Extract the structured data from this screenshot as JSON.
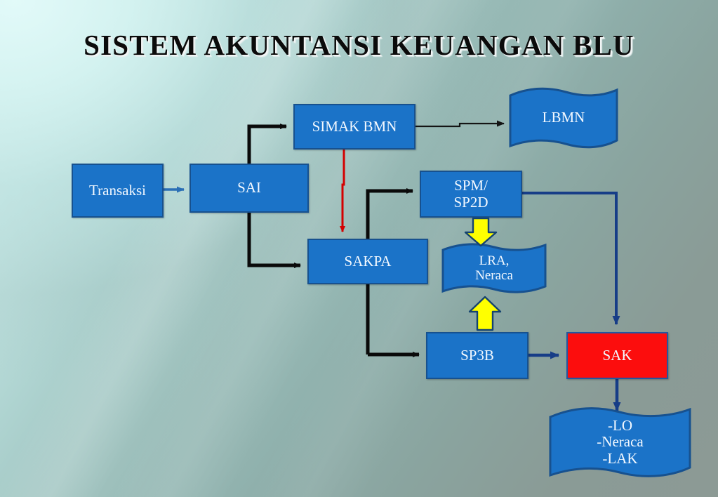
{
  "slide": {
    "title": "SISTEM AKUNTANSI KEUANGAN BLU",
    "background_top_left": "#d8f3f1",
    "background_bottom_right": "#8a9a96"
  },
  "palette": {
    "box_blue": "#1b73c8",
    "box_blue_border": "#17518f",
    "box_red": "#fc0d0d",
    "arrow_black": "#0a0a0a",
    "arrow_red": "#d40000",
    "arrow_navy": "#173d87",
    "arrow_yellow": "#ffff00",
    "text_light": "#f2f8ff",
    "title_text": "#0b0b0b"
  },
  "nodes": {
    "transaksi": {
      "label": "Transaksi",
      "shape": "rectangle",
      "color": "#1b73c8"
    },
    "sai": {
      "label": "SAI",
      "shape": "rectangle",
      "color": "#1b73c8"
    },
    "simak_bmn": {
      "label": "SIMAK BMN",
      "shape": "rectangle",
      "color": "#1b73c8"
    },
    "lbmn": {
      "label": "LBMN",
      "shape": "wave",
      "color": "#1b73c8"
    },
    "sakpa": {
      "label": "SAKPA",
      "shape": "rectangle",
      "color": "#1b73c8"
    },
    "spm_sp2d": {
      "line1": "SPM/",
      "line2": "SP2D",
      "shape": "rectangle",
      "color": "#1b73c8"
    },
    "lra_neraca": {
      "line1": "LRA,",
      "line2": "Neraca",
      "shape": "wave",
      "color": "#1b73c8"
    },
    "sp3b": {
      "label": "SP3B",
      "shape": "rectangle",
      "color": "#1b73c8"
    },
    "sak": {
      "label": "SAK",
      "shape": "rectangle",
      "color": "#fc0d0d"
    },
    "laporan": {
      "line1": "-LO",
      "line2": "-Neraca",
      "line3": "-LAK",
      "shape": "wave",
      "color": "#1b73c8"
    }
  },
  "connectors": [
    {
      "name": "transaksi-to-sai",
      "from": "transaksi",
      "to": "sai",
      "color": "#2a6fb5",
      "style": "straight"
    },
    {
      "name": "sai-to-simak-bmn",
      "from": "sai",
      "to": "simak_bmn",
      "color": "#0a0a0a",
      "style": "elbow-up"
    },
    {
      "name": "sai-to-sakpa",
      "from": "sai",
      "to": "sakpa",
      "color": "#0a0a0a",
      "style": "elbow-down"
    },
    {
      "name": "simak-bmn-to-sakpa",
      "from": "simak_bmn",
      "to": "sakpa",
      "color": "#d40000",
      "style": "vertical"
    },
    {
      "name": "simak-bmn-to-lbmn",
      "from": "simak_bmn",
      "to": "lbmn",
      "color": "#0a0a0a",
      "style": "straight"
    },
    {
      "name": "sakpa-to-spm-sp2d",
      "from": "sakpa",
      "to": "spm_sp2d",
      "color": "#0a0a0a",
      "style": "elbow-up"
    },
    {
      "name": "sakpa-to-sp3b",
      "from": "sakpa",
      "to": "sp3b",
      "color": "#0a0a0a",
      "style": "elbow-down"
    },
    {
      "name": "spm-sp2d-to-lra-neraca",
      "from": "spm_sp2d",
      "to": "lra_neraca",
      "color": "#ffff00",
      "style": "block-arrow-down"
    },
    {
      "name": "spm-sp2d-to-sak",
      "from": "spm_sp2d",
      "to": "sak",
      "color": "#173d87",
      "style": "elbow-right-down"
    },
    {
      "name": "sp3b-to-lra-neraca",
      "from": "sp3b",
      "to": "lra_neraca",
      "color": "#ffff00",
      "style": "block-arrow-up"
    },
    {
      "name": "sp3b-to-sak",
      "from": "sp3b",
      "to": "sak",
      "color": "#173d87",
      "style": "straight"
    },
    {
      "name": "sak-to-laporan",
      "from": "sak",
      "to": "laporan",
      "color": "#173d87",
      "style": "vertical"
    }
  ]
}
